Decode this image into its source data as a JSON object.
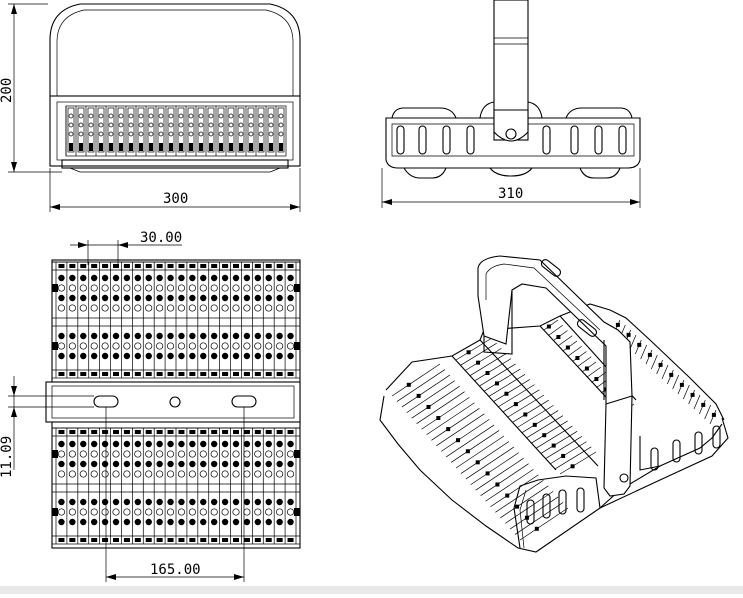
{
  "dimensions": {
    "front_height": "200",
    "front_width": "300",
    "side_width": "310",
    "plan_fin_pitch": "30.00",
    "plan_slot_height": "11.09",
    "plan_slot_spacing": "165.00"
  },
  "colors": {
    "line": "#000000",
    "background": "#ffffff",
    "strip": "#e9e9e9"
  }
}
